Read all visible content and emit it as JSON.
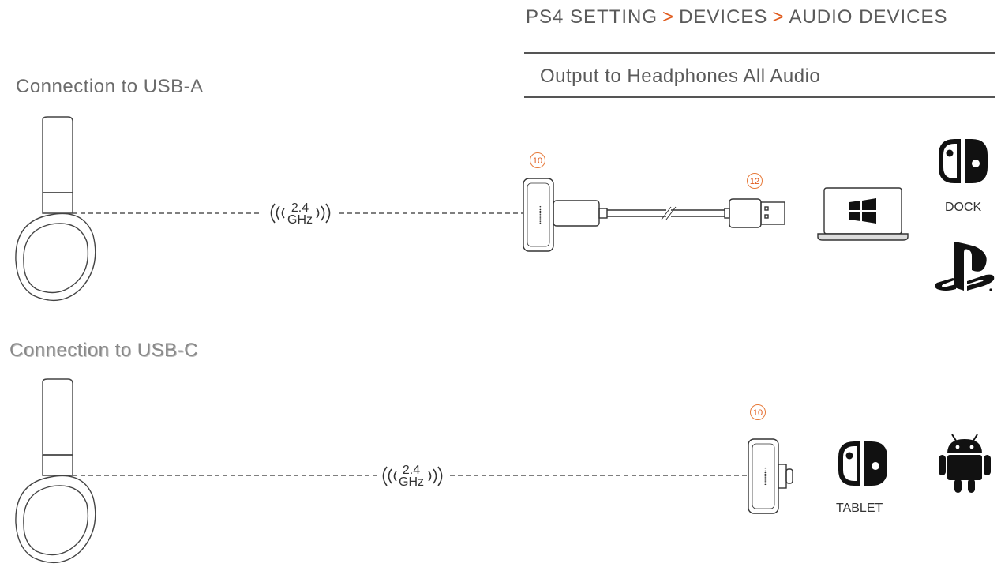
{
  "breadcrumb": {
    "parts": [
      "PS4 SETTING",
      "DEVICES",
      "AUDIO DEVICES"
    ],
    "separator": ">"
  },
  "setting": {
    "output_text": "Output to Headphones All Audio"
  },
  "usb_a": {
    "title": "Connection to USB-A",
    "frequency_line1": "2.4",
    "frequency_line2": "GHz",
    "badge_dongle": "10",
    "badge_cable": "12",
    "dock_label": "DOCK",
    "devices": [
      "laptop-windows-icon",
      "switch-icon",
      "playstation-icon"
    ]
  },
  "usb_c": {
    "title": "Connection to USB-C",
    "frequency_line1": "2.4",
    "frequency_line2": "GHz",
    "badge_dongle": "10",
    "tablet_label": "TABLET",
    "devices": [
      "switch-icon",
      "android-icon"
    ]
  },
  "colors": {
    "accent": "#e05a1c",
    "text": "#555555",
    "line": "#444444"
  }
}
